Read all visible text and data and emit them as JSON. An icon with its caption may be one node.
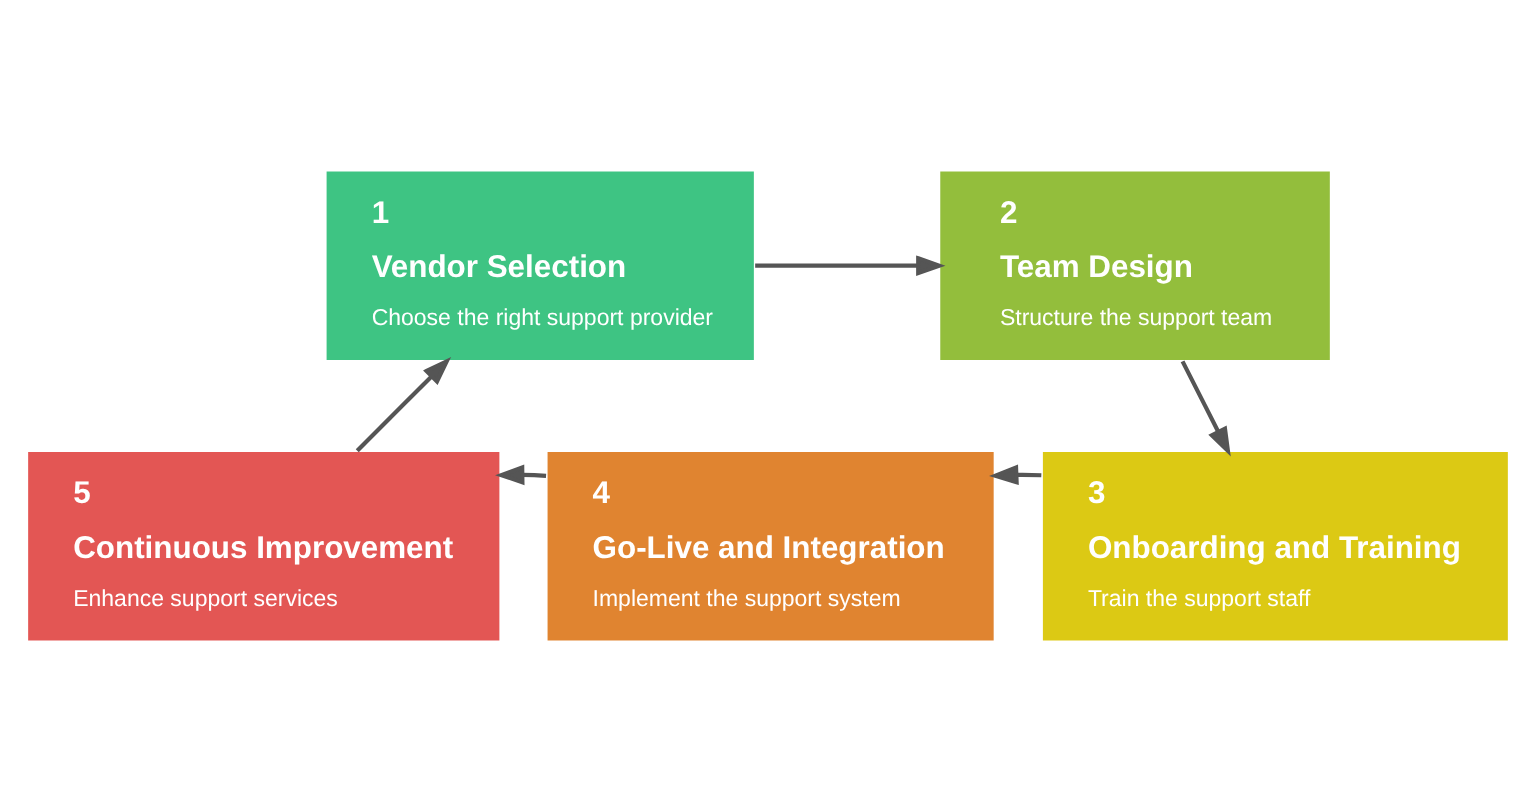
{
  "diagram": {
    "nodes": [
      {
        "text": [
          "1",
          "Vendor Selection",
          "Choose the right support provider"
        ]
      },
      {
        "text": [
          "2",
          "Team Design",
          "Structure the support team"
        ]
      },
      {
        "text": [
          "3",
          "Onboarding and Training",
          "Train the support staff"
        ]
      },
      {
        "text": [
          "4",
          "Go-Live and Integration",
          "Implement the support system"
        ]
      },
      {
        "text": [
          "5",
          "Continuous Improvement",
          "Enhance support services"
        ]
      }
    ],
    "edges": [
      {
        "from": 0,
        "to": 1,
        "arrow": "to"
      },
      {
        "from": 1,
        "to": 2,
        "arrow": "to"
      },
      {
        "from": 2,
        "to": 3,
        "arrow": "to"
      },
      {
        "from": 3,
        "to": 4,
        "arrow": "to"
      },
      {
        "from": 4,
        "to": 0,
        "arrow": "to"
      }
    ]
  }
}
